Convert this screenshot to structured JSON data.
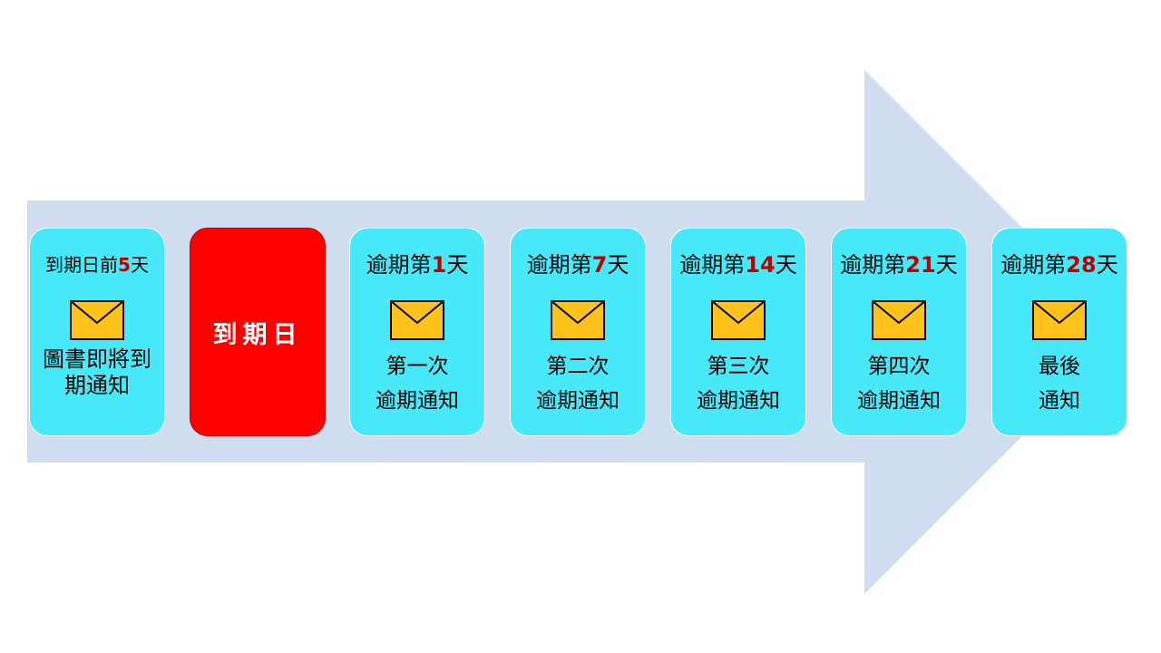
{
  "colors": {
    "arrow": "#d0dcef",
    "card": "#47e8f8",
    "due_card": "#ff0000",
    "highlight_number": "#c00000",
    "envelope": "#ffc21b"
  },
  "pre_notice": {
    "title_prefix": "到期日前",
    "title_number": "5",
    "title_suffix": "天",
    "icon": "envelope-icon",
    "lines": [
      "圖書即將到期通知"
    ]
  },
  "due_date": {
    "label": "到期日"
  },
  "overdue_notices": [
    {
      "title_prefix": "逾期第",
      "title_number": "1",
      "title_suffix": "天",
      "icon": "envelope-icon",
      "lines": [
        "第一次",
        "逾期通知"
      ]
    },
    {
      "title_prefix": "逾期第",
      "title_number": "7",
      "title_suffix": "天",
      "icon": "envelope-icon",
      "lines": [
        "第二次",
        "逾期通知"
      ]
    },
    {
      "title_prefix": "逾期第",
      "title_number": "14",
      "title_suffix": "天",
      "icon": "envelope-icon",
      "lines": [
        "第三次",
        "逾期通知"
      ]
    },
    {
      "title_prefix": "逾期第",
      "title_number": "21",
      "title_suffix": "天",
      "icon": "envelope-icon",
      "lines": [
        "第四次",
        "逾期通知"
      ]
    },
    {
      "title_prefix": "逾期第",
      "title_number": "28",
      "title_suffix": "天",
      "icon": "envelope-icon",
      "lines": [
        "最後",
        "通知"
      ]
    }
  ]
}
